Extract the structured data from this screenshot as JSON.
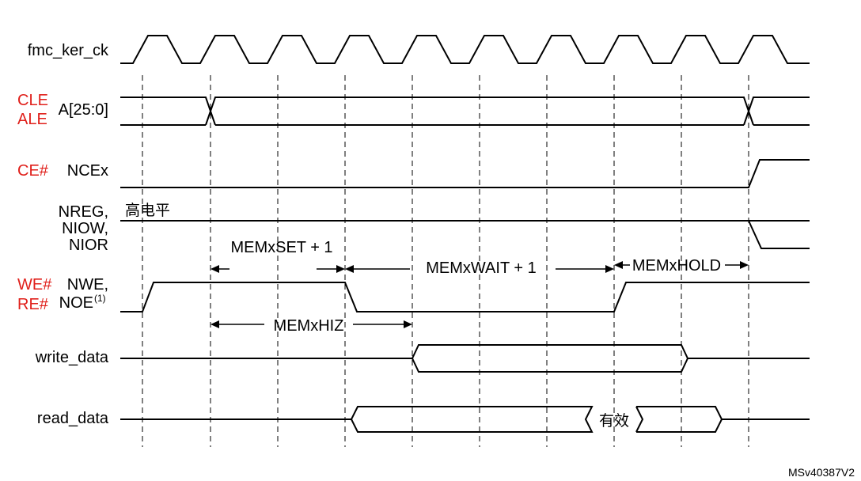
{
  "signals": {
    "fmc_ker_ck": "fmc_ker_ck",
    "addr": "A[25:0]",
    "addr_tag_1": "CLE",
    "addr_tag_2": "ALE",
    "ncex": "NCEx",
    "ncex_tag": "CE#",
    "nreg_1": "NREG,",
    "nreg_2": "NIOW,",
    "nreg_3": "NIOR",
    "nreg_note": "高电平",
    "nwe_1": "NWE,",
    "nwe_2": "NOE",
    "nwe_sup": "(1)",
    "nwe_tag_1": "WE#",
    "nwe_tag_2": "RE#",
    "write_data": "write_data",
    "read_data": "read_data",
    "read_valid": "有效"
  },
  "intervals": {
    "set": "MEMxSET + 1",
    "wait": "MEMxWAIT + 1",
    "hold": "MEMxHOLD",
    "hiz": "MEMxHIZ"
  },
  "footer": {
    "code": "MSv40387V2"
  },
  "colors": {
    "signal_tag": "#e0201b",
    "wave": "#000000",
    "background": "#ffffff"
  }
}
